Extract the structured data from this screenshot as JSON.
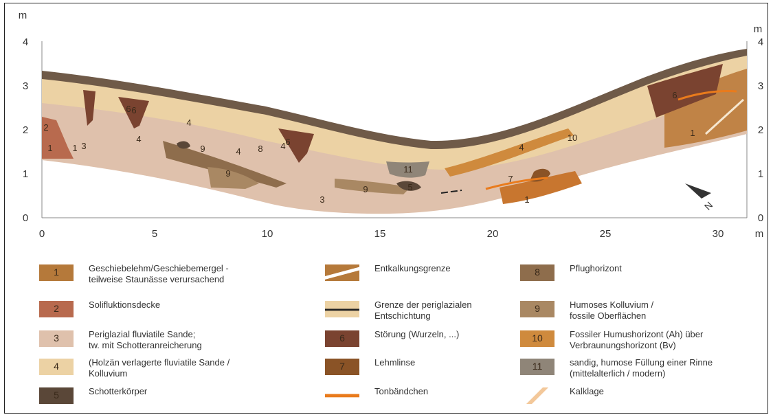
{
  "colors": {
    "c1": "#b5793a",
    "c2": "#b86a4e",
    "c3": "#dfc1ac",
    "c4": "#ecd2a4",
    "c5": "#5a4738",
    "c6": "#7a4330",
    "c7": "#8a5326",
    "c8": "#8e6d4c",
    "c9": "#a98863",
    "c10": "#cf8a3d",
    "c11": "#8f8578",
    "orange": "#e97b1c",
    "grey": "#7a7a7a"
  },
  "axes": {
    "y_unit": "m",
    "x_unit": "m",
    "y_ticks": [
      "0",
      "1",
      "2",
      "3",
      "4"
    ],
    "x_ticks": [
      "0",
      "5",
      "10",
      "15",
      "20",
      "25",
      "30"
    ]
  },
  "north_label": "N",
  "section_labels": [
    "1",
    "2",
    "1",
    "3",
    "4",
    "4",
    "4",
    "4",
    "6",
    "6",
    "6",
    "6",
    "8",
    "9",
    "9",
    "9",
    "3",
    "11",
    "5",
    "1",
    "4",
    "7",
    "10",
    "1"
  ],
  "legend": [
    {
      "num": "1",
      "text": "Geschiebelehm/Geschiebemergel -\nteilweise Staunässe verursachend"
    },
    {
      "num": "2",
      "text": "Solifluktionsdecke"
    },
    {
      "num": "3",
      "text": "Periglazial fluviatile Sande;\ntw. mit Schotteranreicherung"
    },
    {
      "num": "4",
      "text": "(Holzän verlagerte fluviatile Sande /\nKolluvium"
    },
    {
      "num": "5",
      "text": "Schotterkörper"
    },
    {
      "num": "",
      "text": "Entkalkungsgrenze"
    },
    {
      "num": "",
      "text": "Grenze der periglazialen\nEntschichtung"
    },
    {
      "num": "6",
      "text": "Störung (Wurzeln, ...)"
    },
    {
      "num": "7",
      "text": "Lehmlinse"
    },
    {
      "num": "",
      "text": "Tonbändchen"
    },
    {
      "num": "8",
      "text": "Pflughorizont"
    },
    {
      "num": "9",
      "text": "Humoses Kolluvium /\nfossile Oberflächen"
    },
    {
      "num": "10",
      "text": "Fossiler Humushorizont (Ah) über\nVerbraunungshorizont (Bv)"
    },
    {
      "num": "11",
      "text": "sandig, humose Füllung einer Rinne\n(mittelalterlich / modern)"
    },
    {
      "num": "",
      "text": "Kalklage"
    }
  ]
}
